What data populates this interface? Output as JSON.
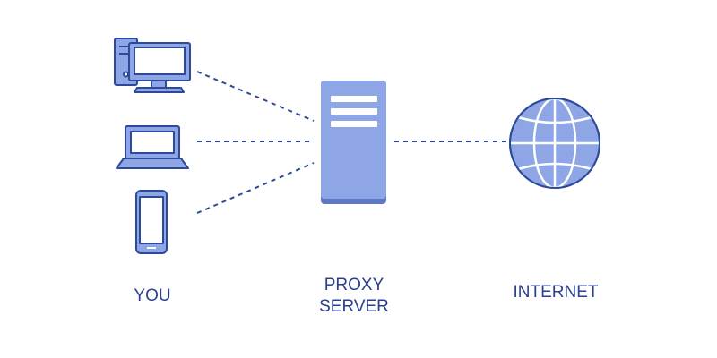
{
  "labels": {
    "you": "YOU",
    "proxy_line1": "PROXY",
    "proxy_line2": "SERVER",
    "internet": "INTERNET"
  },
  "icons": {
    "desktop": "desktop-computer-icon",
    "laptop": "laptop-icon",
    "phone": "smartphone-icon",
    "server": "server-icon",
    "globe": "globe-icon"
  },
  "colors": {
    "fill": "#8ea6e6",
    "fill_dark": "#5f78c4",
    "stroke": "#2d4a9a",
    "text": "#2a3f8f"
  }
}
